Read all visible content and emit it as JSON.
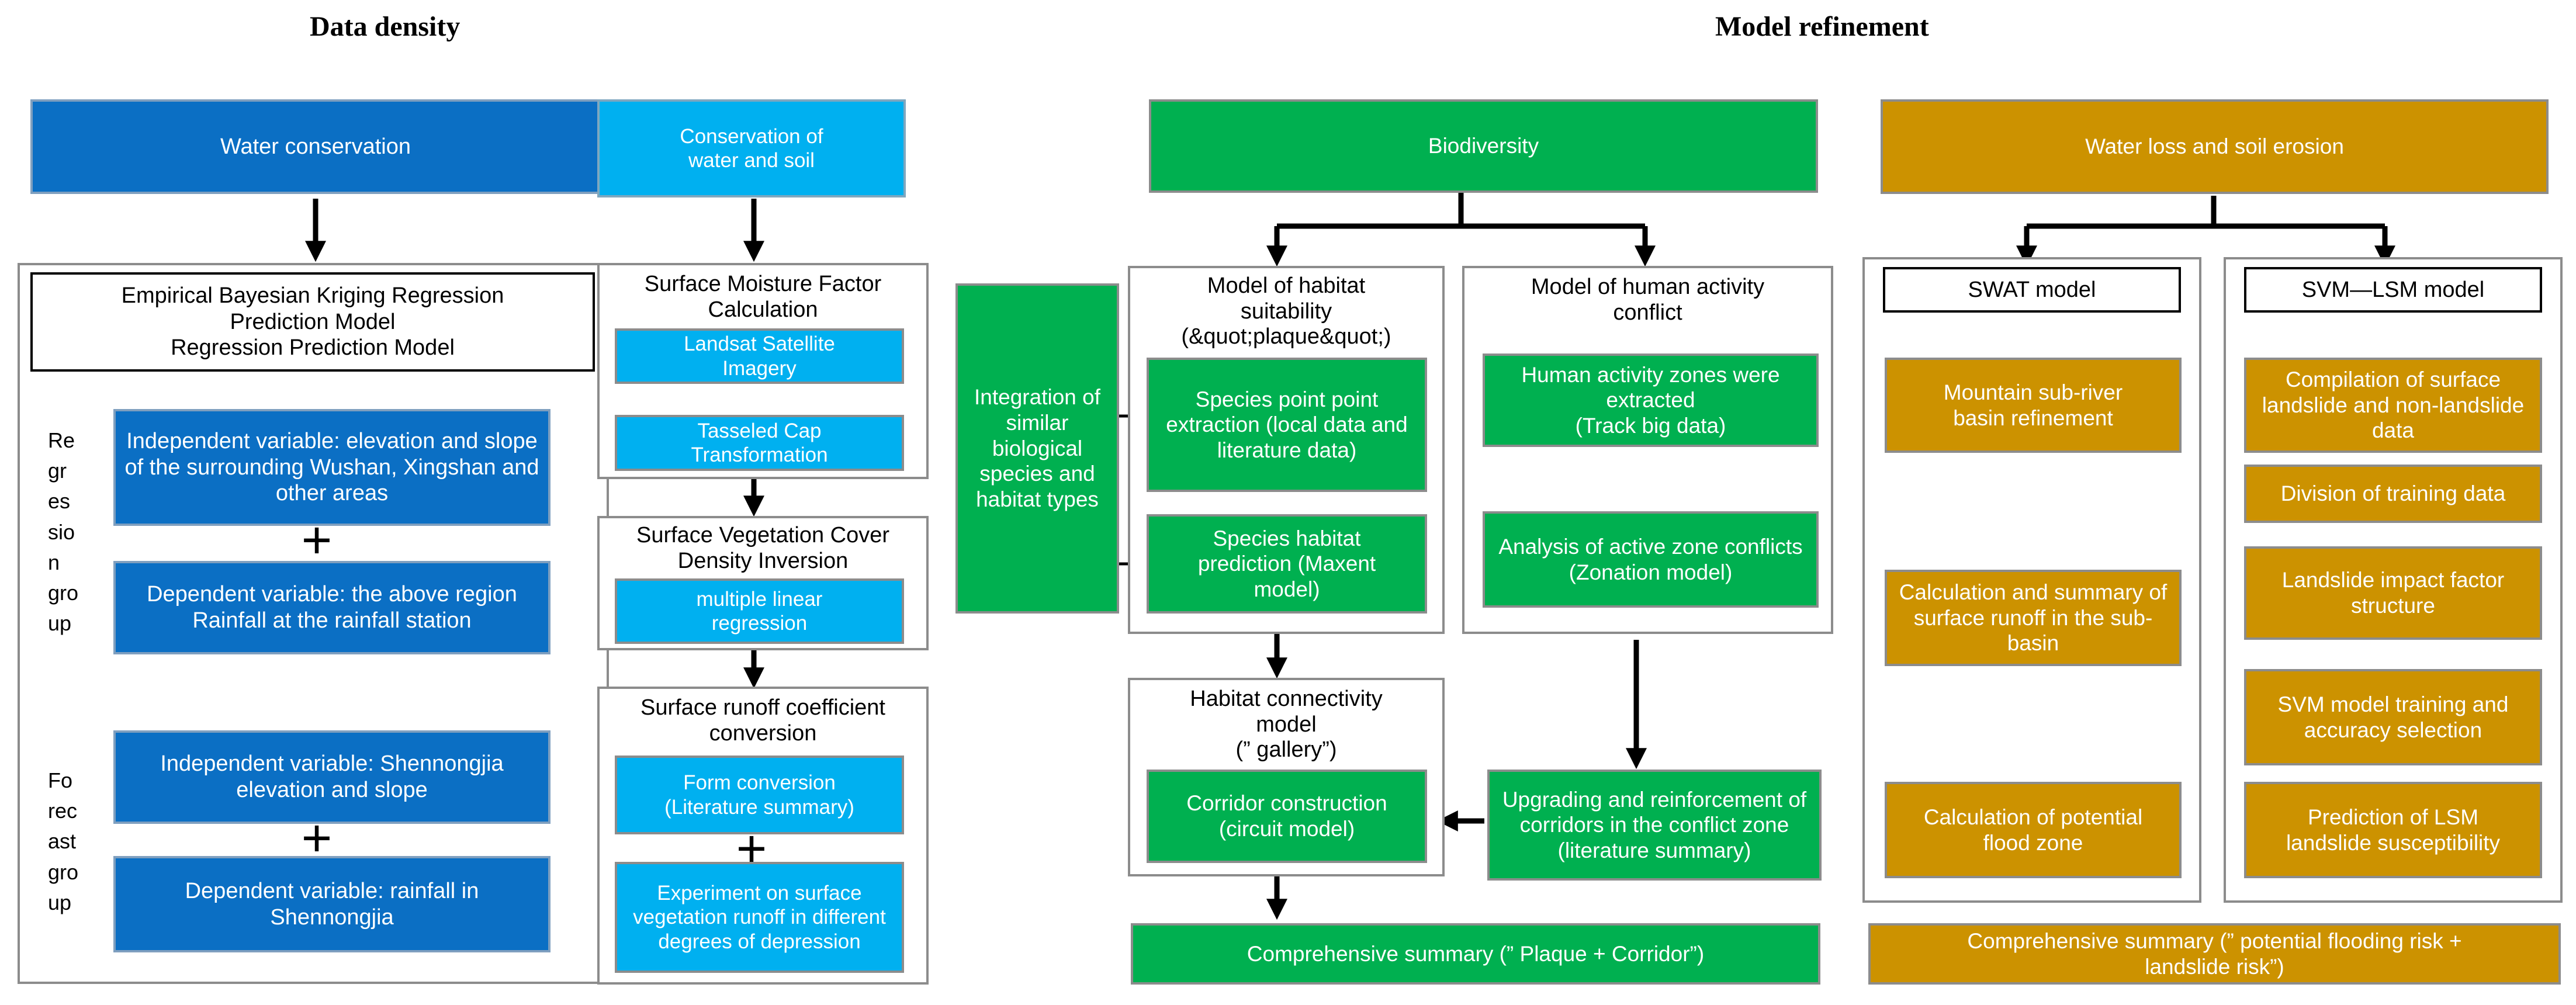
{
  "sections": {
    "left_title": "Data density",
    "right_title": "Model refinement"
  },
  "water_conservation": {
    "header": "Water conservation",
    "model_title": "Empirical Bayesian Kriging Regression\nPrediction Model\nRegression Prediction Model",
    "regression_group_label": "Re\ngr\nes\nsio\nn\ngro\nup",
    "forecast_group_label": "Fo\nrec\nast\ngro\nup",
    "regression_independent": "Independent variable: elevation and slope of the surrounding Wushan, Xingshan and other areas",
    "regression_dependent": "Dependent variable: the above region Rainfall at the rainfall station",
    "forecast_independent": "Independent variable: Shennongjia elevation and slope",
    "forecast_dependent": "Dependent variable: rainfall in Shennongjia",
    "plus": "+"
  },
  "soil_conservation": {
    "header": "Conservation of\nwater and soil",
    "moisture_title": "Surface Moisture Factor\nCalculation",
    "landsat": "Landsat Satellite\nImagery",
    "tasseled": "Tasseled Cap\nTransformation",
    "vegetation_title": "Surface Vegetation Cover\nDensity Inversion",
    "regression": "multiple linear\nregression",
    "runoff_title": "Surface runoff coefficient\nconversion",
    "form_conversion": "Form conversion\n(Literature summary)",
    "experiment": "Experiment on surface vegetation runoff in different degrees of depression",
    "plus": "+"
  },
  "biodiversity": {
    "header": "Biodiversity",
    "integration": "Integration of similar biological species and habitat types",
    "habitat_title": "Model of habitat\nsuitability\n(&quot;plaque&quot;)",
    "species_point": "Species point point extraction (local data and literature data)",
    "species_habitat": "Species habitat\nprediction (Maxent\nmodel)",
    "human_title": "Model of human activity\nconflict",
    "human_zones": "Human activity zones were extracted\n(Track big data)",
    "active_zone": "Analysis of active zone conflicts\n(Zonation model)",
    "connectivity_title": "Habitat connectivity\nmodel\n(” gallery”)",
    "corridor": "Corridor construction\n(circuit model)",
    "upgrading": "Upgrading and reinforcement of corridors in the conflict zone\n(literature summary)",
    "summary": "Comprehensive summary (” Plaque + Corridor”)"
  },
  "erosion": {
    "header": "Water loss and soil erosion",
    "swat_title": "SWAT model",
    "mountain": "Mountain sub-river\nbasin refinement",
    "calc_runoff": "Calculation and summary of surface runoff in the sub-basin",
    "calc_flood": "Calculation of potential\nflood zone",
    "svm_title": "SVM—LSM model",
    "compilation": "Compilation of surface landslide and non-landslide data",
    "division": "Division of training data",
    "impact": "Landslide impact factor\nstructure",
    "svm_train": "SVM model training and\naccuracy selection",
    "prediction": "Prediction of LSM\nlandslide susceptibility",
    "summary": "Comprehensive summary (” potential flooding risk +\nlandslide risk”)"
  },
  "colors": {
    "dark_blue": "#0B6FC4",
    "light_blue": "#00B0F0",
    "green": "#00B050",
    "gold": "#CC9200"
  }
}
